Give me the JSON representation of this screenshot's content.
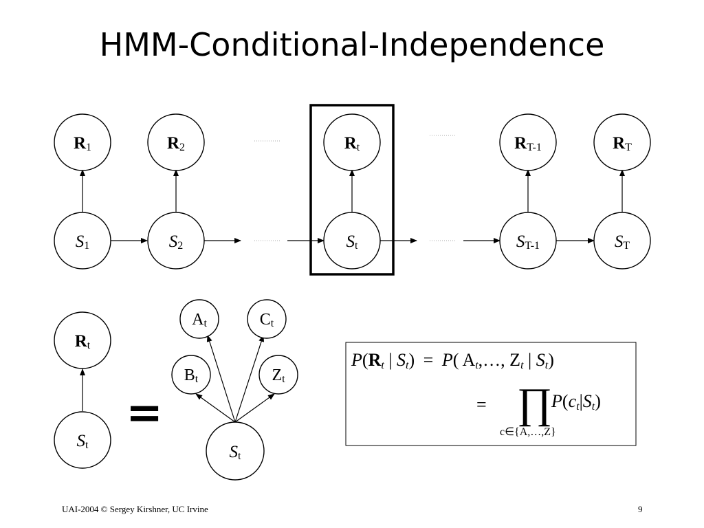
{
  "title": "HMM-Conditional-Independence",
  "footer": {
    "left": "UAI-2004 © Sergey Kirshner, UC Irvine",
    "page_number": "9"
  },
  "chain": {
    "nodes": [
      {
        "id": "1",
        "r_main": "R",
        "r_sub": "1",
        "s_main": "S",
        "s_sub": "1"
      },
      {
        "id": "2",
        "r_main": "R",
        "r_sub": "2",
        "s_main": "S",
        "s_sub": "2"
      },
      {
        "id": "t",
        "r_main": "R",
        "r_sub": "t",
        "s_main": "S",
        "s_sub": "t"
      },
      {
        "id": "T-1",
        "r_main": "R",
        "r_sub": "T-1",
        "s_main": "S",
        "s_sub": "T-1"
      },
      {
        "id": "T",
        "r_main": "R",
        "r_sub": "T",
        "s_main": "S",
        "s_sub": "T"
      }
    ]
  },
  "lower_left": {
    "r_main": "R",
    "r_sub": "t",
    "s_main": "S",
    "s_sub": "t"
  },
  "equals_sign": "=",
  "decomposition": {
    "children": [
      {
        "id": "A",
        "main": "A",
        "sub": "t"
      },
      {
        "id": "C",
        "main": "C",
        "sub": "t"
      },
      {
        "id": "B",
        "main": "B",
        "sub": "t"
      },
      {
        "id": "Z",
        "main": "Z",
        "sub": "t"
      }
    ],
    "parent": {
      "main": "S",
      "sub": "t"
    }
  },
  "formula": {
    "line1_lhs": {
      "P": "P",
      "open": "(",
      "R": "R",
      "R_sub": "t",
      "bar": " | ",
      "S": "S",
      "S_sub": "t",
      "close": ")"
    },
    "line1_eq": "=",
    "line1_rhs": {
      "P": "P",
      "open": "( ",
      "A": "A",
      "A_sub": "t",
      "ellipsis": ",…, ",
      "Z": "Z",
      "Z_sub": "t",
      "bar": " | ",
      "S": "S",
      "S_sub": "t",
      "close": ")"
    },
    "line2_eq": "=",
    "product_symbol": "∏",
    "line2_term": {
      "P": "P",
      "open": "(",
      "c": "c",
      "c_sub": "t",
      "bar": "|",
      "S": "S",
      "S_sub": "t",
      "close": ")"
    },
    "product_index": "c∈{A,…,Z}"
  }
}
